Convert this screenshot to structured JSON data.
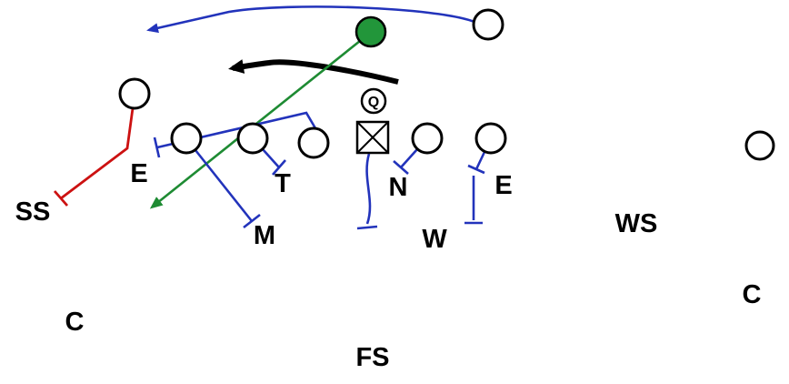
{
  "diagram": {
    "type": "football-play-diagram",
    "offense": {
      "quarterback_label": "Q"
    },
    "defenders": [
      {
        "id": "strong-safety",
        "label": "SS"
      },
      {
        "id": "end-left",
        "label": "E"
      },
      {
        "id": "tackle",
        "label": "T"
      },
      {
        "id": "mike-lb",
        "label": "M"
      },
      {
        "id": "nose",
        "label": "N"
      },
      {
        "id": "will-lb",
        "label": "W"
      },
      {
        "id": "end-right",
        "label": "E"
      },
      {
        "id": "weak-safety",
        "label": "WS"
      },
      {
        "id": "corner-left",
        "label": "C"
      },
      {
        "id": "corner-right",
        "label": "C"
      },
      {
        "id": "free-safety",
        "label": "FS"
      }
    ],
    "colors": {
      "block_blue": "#2233bb",
      "assignment_red": "#cc1111",
      "run_green": "#1e8b33",
      "ball_carrier_fill": "#22963a",
      "arrow_black": "#000000"
    }
  }
}
